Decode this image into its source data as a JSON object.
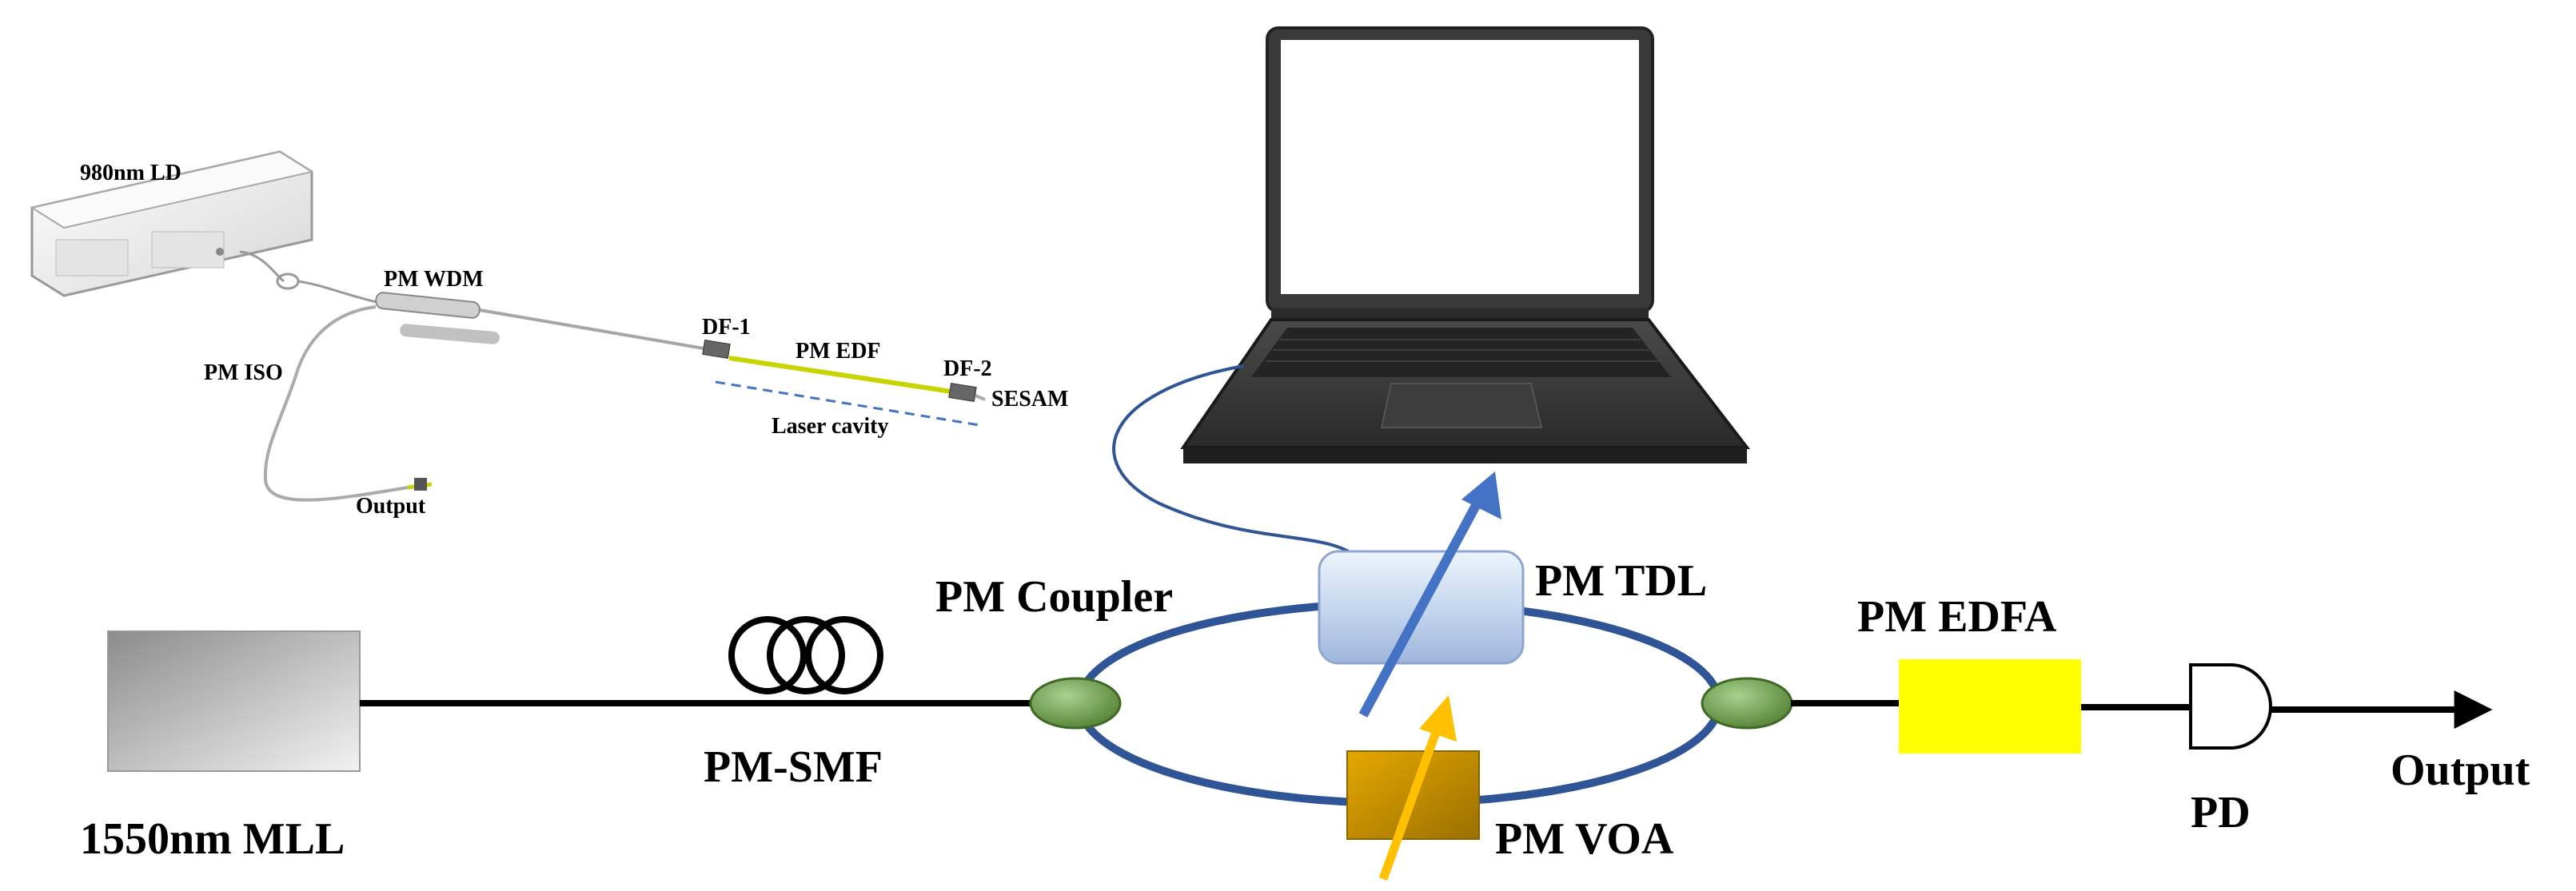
{
  "inset": {
    "ld_label": "980nm LD",
    "wdm_label": "PM WDM",
    "iso_label": "PM ISO",
    "df1_label": "DF-1",
    "edf_label": "PM EDF",
    "df2_label": "DF-2",
    "sesam_label": "SESAM",
    "cavity_label": "Laser cavity",
    "output_label": "Output"
  },
  "main": {
    "mll_label": "1550nm MLL",
    "smf_label": "PM-SMF",
    "coupler_label": "PM Coupler",
    "tdl_label": "PM TDL",
    "voa_label": "PM VOA",
    "edfa_label": "PM EDFA",
    "pd_label": "PD",
    "output_label": "Output"
  },
  "colors": {
    "fiber": "#000000",
    "loop": "#2f5597",
    "arrow": "#4472c4",
    "coupler": "#70ad47",
    "edfa": "#ffff00",
    "voa": "#c99400",
    "voa_arrow": "#ffc000",
    "tdl": "#c9d9f0"
  }
}
